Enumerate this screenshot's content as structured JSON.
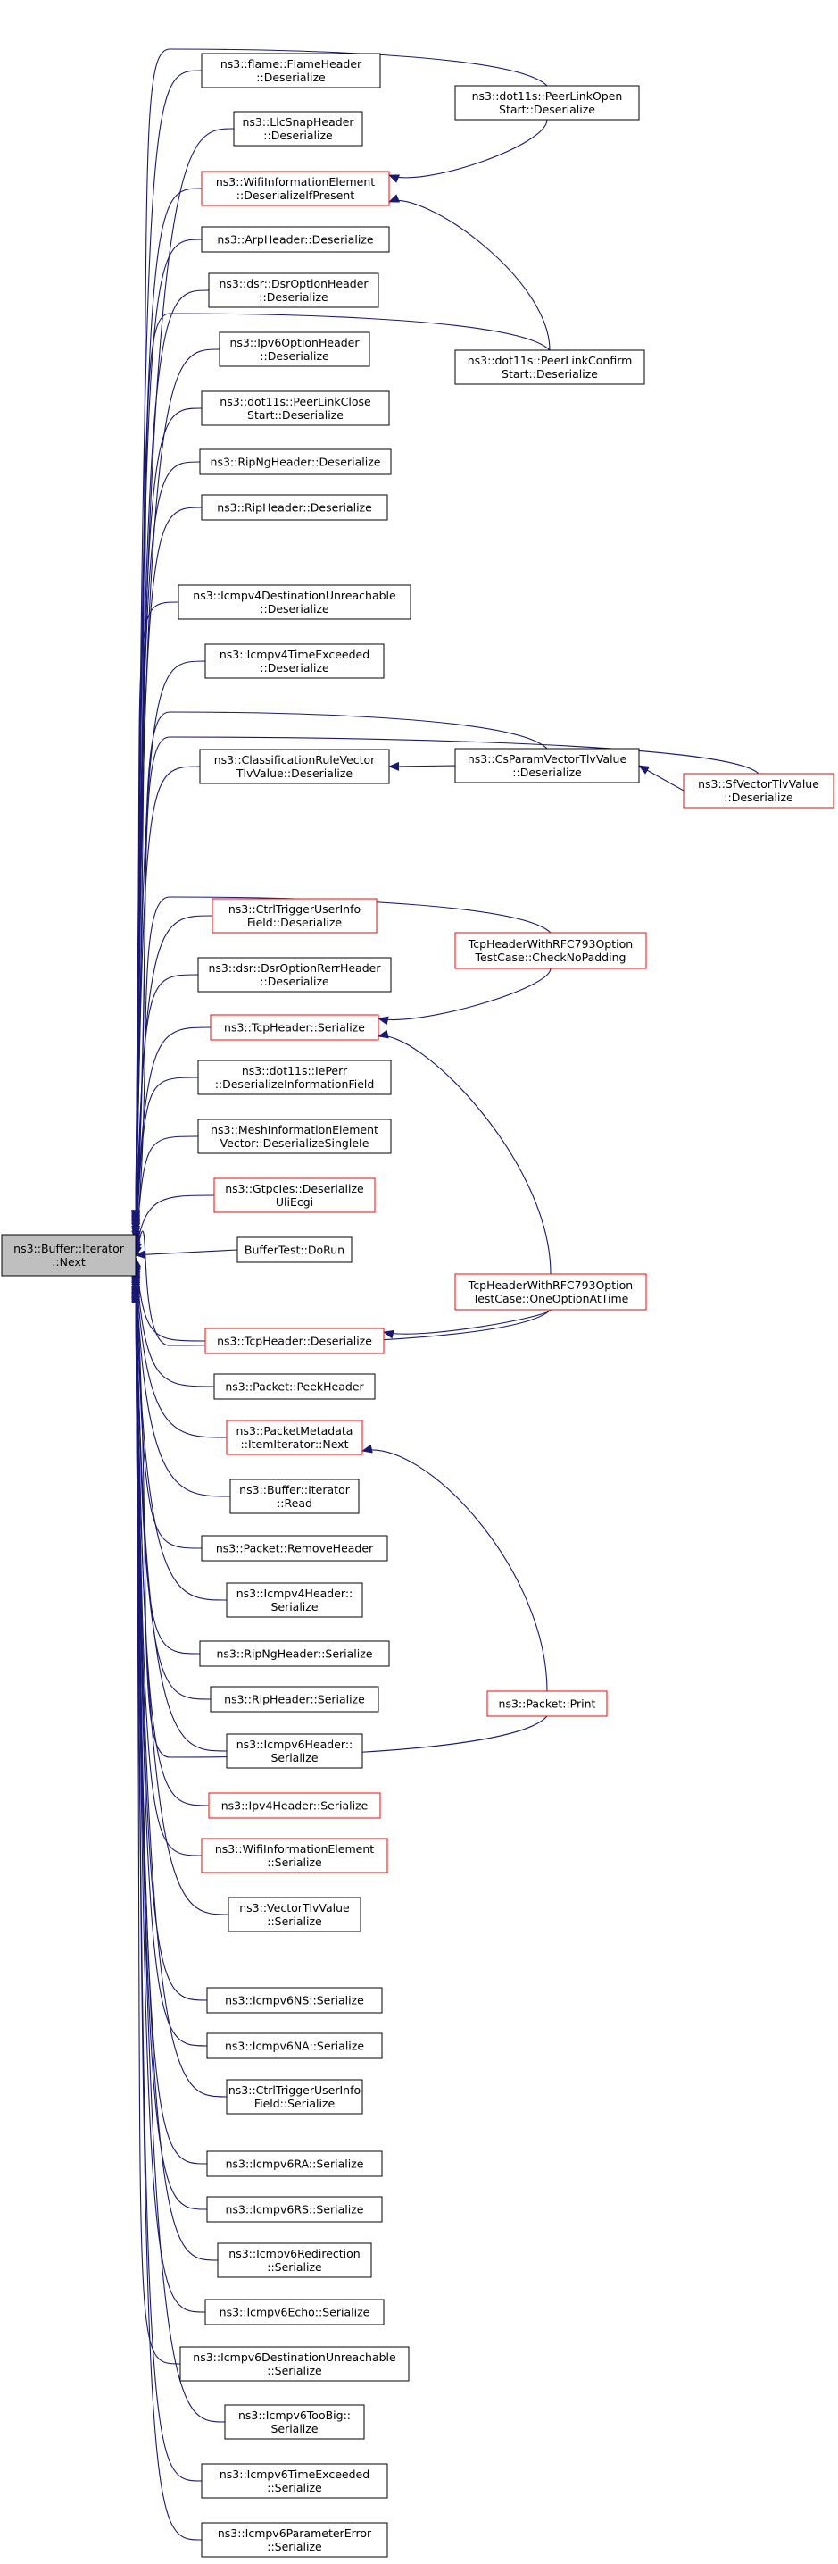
{
  "graph": {
    "root": [
      "ns3::Buffer::Iterator",
      "::Next"
    ],
    "edge_color": "#191970",
    "nodes": [
      {
        "id": "n1",
        "lines": [
          "ns3::flame::FlameHeader",
          "::Deserialize"
        ],
        "red": false
      },
      {
        "id": "n2",
        "lines": [
          "ns3::LlcSnapHeader",
          "::Deserialize"
        ],
        "red": false
      },
      {
        "id": "n3",
        "lines": [
          "ns3::WifiInformationElement",
          "::DeserializeIfPresent"
        ],
        "red": true
      },
      {
        "id": "n4",
        "lines": [
          "ns3::ArpHeader::Deserialize"
        ],
        "red": false
      },
      {
        "id": "n5",
        "lines": [
          "ns3::dsr::DsrOptionHeader",
          "::Deserialize"
        ],
        "red": false
      },
      {
        "id": "n6",
        "lines": [
          "ns3::Ipv6OptionHeader",
          "::Deserialize"
        ],
        "red": false
      },
      {
        "id": "n7",
        "lines": [
          "ns3::dot11s::PeerLinkClose",
          "Start::Deserialize"
        ],
        "red": false
      },
      {
        "id": "n8",
        "lines": [
          "ns3::RipNgHeader::Deserialize"
        ],
        "red": false
      },
      {
        "id": "n9",
        "lines": [
          "ns3::RipHeader::Deserialize"
        ],
        "red": false
      },
      {
        "id": "n10",
        "lines": [
          "ns3::Icmpv4DestinationUnreachable",
          "::Deserialize"
        ],
        "red": false
      },
      {
        "id": "n11",
        "lines": [
          "ns3::Icmpv4TimeExceeded",
          "::Deserialize"
        ],
        "red": false
      },
      {
        "id": "n12",
        "lines": [
          "ns3::ClassificationRuleVector",
          "TlvValue::Deserialize"
        ],
        "red": false
      },
      {
        "id": "n13",
        "lines": [
          "ns3::CtrlTriggerUserInfo",
          "Field::Deserialize"
        ],
        "red": true
      },
      {
        "id": "n14",
        "lines": [
          "ns3::dsr::DsrOptionRerrHeader",
          "::Deserialize"
        ],
        "red": false
      },
      {
        "id": "n15",
        "lines": [
          "ns3::TcpHeader::Serialize"
        ],
        "red": true
      },
      {
        "id": "n16",
        "lines": [
          "ns3::dot11s::IePerr",
          "::DeserializeInformationField"
        ],
        "red": false
      },
      {
        "id": "n17",
        "lines": [
          "ns3::MeshInformationElement",
          "Vector::DeserializeSingleIe"
        ],
        "red": false
      },
      {
        "id": "n18",
        "lines": [
          "ns3::GtpcIes::Deserialize",
          "UliEcgi"
        ],
        "red": true
      },
      {
        "id": "n19",
        "lines": [
          "BufferTest::DoRun"
        ],
        "red": false
      },
      {
        "id": "n20",
        "lines": [
          "ns3::TcpHeader::Deserialize"
        ],
        "red": true
      },
      {
        "id": "n21",
        "lines": [
          "ns3::Packet::PeekHeader"
        ],
        "red": false
      },
      {
        "id": "n22",
        "lines": [
          "ns3::PacketMetadata",
          "::ItemIterator::Next"
        ],
        "red": true
      },
      {
        "id": "n23",
        "lines": [
          "ns3::Buffer::Iterator",
          "::Read"
        ],
        "red": false
      },
      {
        "id": "n24",
        "lines": [
          "ns3::Packet::RemoveHeader"
        ],
        "red": false
      },
      {
        "id": "n25",
        "lines": [
          "ns3::Icmpv4Header::",
          "Serialize"
        ],
        "red": false
      },
      {
        "id": "n26",
        "lines": [
          "ns3::RipNgHeader::Serialize"
        ],
        "red": false
      },
      {
        "id": "n27",
        "lines": [
          "ns3::RipHeader::Serialize"
        ],
        "red": false
      },
      {
        "id": "n28",
        "lines": [
          "ns3::Icmpv6Header::",
          "Serialize"
        ],
        "red": false
      },
      {
        "id": "n29",
        "lines": [
          "ns3::Ipv4Header::Serialize"
        ],
        "red": true
      },
      {
        "id": "n30",
        "lines": [
          "ns3::WifiInformationElement",
          "::Serialize"
        ],
        "red": true
      },
      {
        "id": "n31",
        "lines": [
          "ns3::VectorTlvValue",
          "::Serialize"
        ],
        "red": false
      },
      {
        "id": "n32",
        "lines": [
          "ns3::Icmpv6NS::Serialize"
        ],
        "red": false
      },
      {
        "id": "n33",
        "lines": [
          "ns3::Icmpv6NA::Serialize"
        ],
        "red": false
      },
      {
        "id": "n34",
        "lines": [
          "ns3::CtrlTriggerUserInfo",
          "Field::Serialize"
        ],
        "red": false
      },
      {
        "id": "n35",
        "lines": [
          "ns3::Icmpv6RA::Serialize"
        ],
        "red": false
      },
      {
        "id": "n36",
        "lines": [
          "ns3::Icmpv6RS::Serialize"
        ],
        "red": false
      },
      {
        "id": "n37",
        "lines": [
          "ns3::Icmpv6Redirection",
          "::Serialize"
        ],
        "red": false
      },
      {
        "id": "n38",
        "lines": [
          "ns3::Icmpv6Echo::Serialize"
        ],
        "red": false
      },
      {
        "id": "n39",
        "lines": [
          "ns3::Icmpv6DestinationUnreachable",
          "::Serialize"
        ],
        "red": false
      },
      {
        "id": "n40",
        "lines": [
          "ns3::Icmpv6TooBig::",
          "Serialize"
        ],
        "red": false
      },
      {
        "id": "n41",
        "lines": [
          "ns3::Icmpv6TimeExceeded",
          "::Serialize"
        ],
        "red": false
      },
      {
        "id": "n42",
        "lines": [
          "ns3::Icmpv6ParameterError",
          "::Serialize"
        ],
        "red": false
      },
      {
        "id": "m1",
        "lines": [
          "ns3::dot11s::PeerLinkOpen",
          "Start::Deserialize"
        ],
        "red": false
      },
      {
        "id": "m2",
        "lines": [
          "ns3::dot11s::PeerLinkConfirm",
          "Start::Deserialize"
        ],
        "red": false
      },
      {
        "id": "m3",
        "lines": [
          "ns3::CsParamVectorTlvValue",
          "::Deserialize"
        ],
        "red": false
      },
      {
        "id": "m4",
        "lines": [
          "TcpHeaderWithRFC793Option",
          "TestCase::CheckNoPadding"
        ],
        "red": true
      },
      {
        "id": "m5",
        "lines": [
          "TcpHeaderWithRFC793Option",
          "TestCase::OneOptionAtTime"
        ],
        "red": true
      },
      {
        "id": "m6",
        "lines": [
          "ns3::Packet::Print"
        ],
        "red": true
      },
      {
        "id": "r1",
        "lines": [
          "ns3::SfVectorTlvValue",
          "::Deserialize"
        ],
        "red": true
      }
    ]
  }
}
